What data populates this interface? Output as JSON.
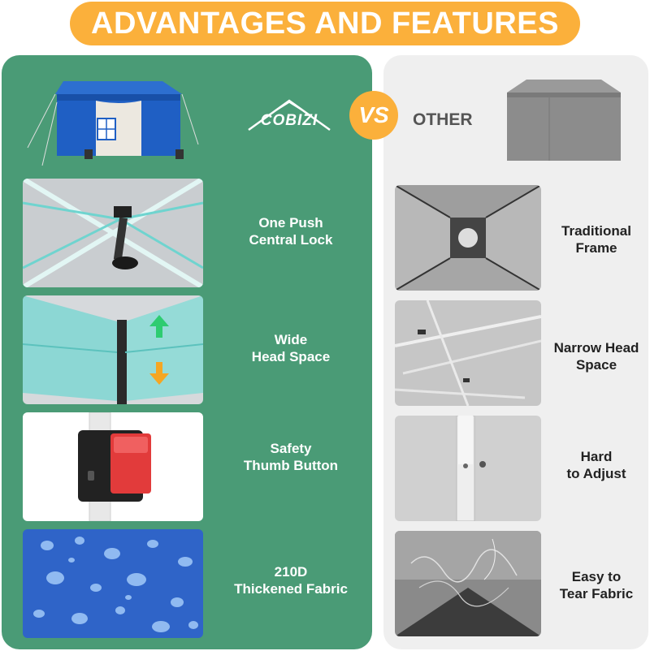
{
  "header": {
    "title": "ADVANTAGES AND FEATURES"
  },
  "brand": {
    "name": "COBIZI"
  },
  "vs_label": "VS",
  "other_label": "OTHER",
  "features": [
    {
      "line1": "One Push",
      "line2": "Central Lock"
    },
    {
      "line1": "Wide",
      "line2": "Head Space"
    },
    {
      "line1": "Safety",
      "line2": "Thumb Button"
    },
    {
      "line1": "210D",
      "line2": "Thickened Fabric"
    }
  ],
  "others": [
    {
      "line1": "Traditional",
      "line2": "Frame"
    },
    {
      "line1": "Narrow Head",
      "line2": "Space"
    },
    {
      "line1": "Hard",
      "line2": "to Adjust"
    },
    {
      "line1": "Easy to",
      "line2": "Tear Fabric"
    }
  ],
  "colors": {
    "accent": "#fbb03b",
    "panel_green": "#4a9b76",
    "panel_gray": "#efefef",
    "tent_blue": "#1f5fc4"
  },
  "icons": [
    "arrow-up-icon",
    "arrow-down-icon"
  ]
}
